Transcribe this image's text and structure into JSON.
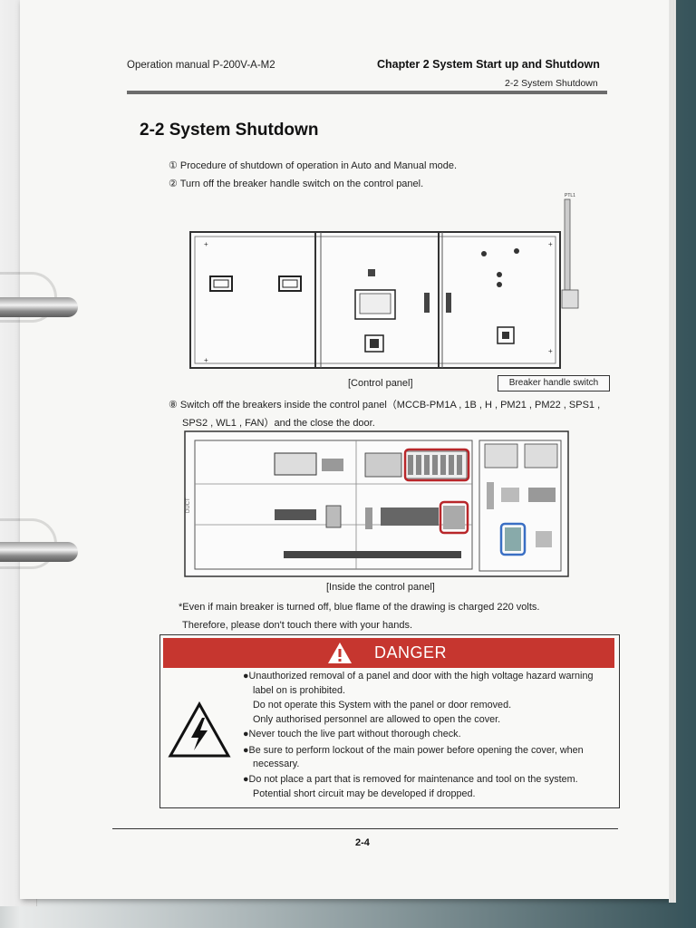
{
  "header": {
    "manual": "Operation manual P-200V-A-M2",
    "chapter": "Chapter 2 System Start up and Shutdown",
    "section": "2-2 System Shutdown"
  },
  "section_title": "2-2  System Shutdown",
  "steps": [
    "① Procedure of shutdown of operation in Auto and Manual mode.",
    "② Turn off the breaker handle switch on the control panel."
  ],
  "control_panel_caption": "[Control panel]",
  "breaker_handle_label": "Breaker handle switch",
  "step8": {
    "line1": "⑧ Switch off the breakers inside the control panel（MCCB-PM1A , 1B , H , PM21 , PM22 , SPS1 ,",
    "line2": "SPS2 , WL1 , FAN）and the close the door."
  },
  "inside_panel_caption": "[Inside the control panel]",
  "note": {
    "line1": "*Even if main breaker is turned off, blue flame of the drawing is charged 220 volts.",
    "line2": "Therefore, please don't touch there with your hands."
  },
  "danger": {
    "title": "DANGER",
    "lines": [
      "●Unauthorized removal of a panel and door with the high voltage hazard warning",
      "label on is prohibited.",
      "Do not operate this System with the panel or door removed.",
      "Only authorised personnel are allowed to open the cover.",
      "●Never touch the live part without thorough check.",
      "●Be sure to perform lockout of the main power before opening the cover, when",
      "necessary.",
      "●Do not place a part that is removed for maintenance and tool on the system.",
      "Potential short circuit may be developed if dropped."
    ]
  },
  "page_number": "2-4",
  "colors": {
    "danger_red": "#c6362f",
    "highlight_red": "#b8262a",
    "highlight_blue": "#3a6fc4"
  }
}
